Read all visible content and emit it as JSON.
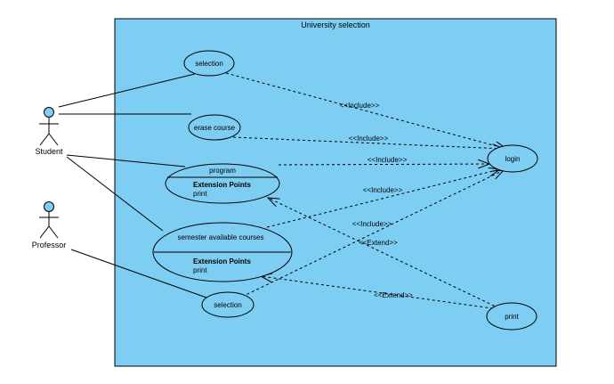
{
  "system": {
    "title": "University selection",
    "fill": "#7ecef4"
  },
  "actors": [
    {
      "id": "student",
      "label": "Student"
    },
    {
      "id": "professor",
      "label": "Professor"
    }
  ],
  "use_cases": {
    "selection_top": "selection",
    "erase_course": "erase course",
    "program": {
      "name": "program",
      "ext_title": "Extension Points",
      "ext_point": "print"
    },
    "semester": {
      "name": "semester available courses",
      "ext_title": "Extension Points",
      "ext_point": "print"
    },
    "selection_bottom": "selection",
    "login": "login",
    "print": "print"
  },
  "relations": {
    "include_1": "<<Include>>",
    "include_2": "<<Include>>",
    "include_3": "<<Include>>",
    "include_4": "<<Include>>",
    "include_5": "<<Include>>",
    "extend_1": "<<Extend>>",
    "extend_2": "<<Extend>>"
  }
}
